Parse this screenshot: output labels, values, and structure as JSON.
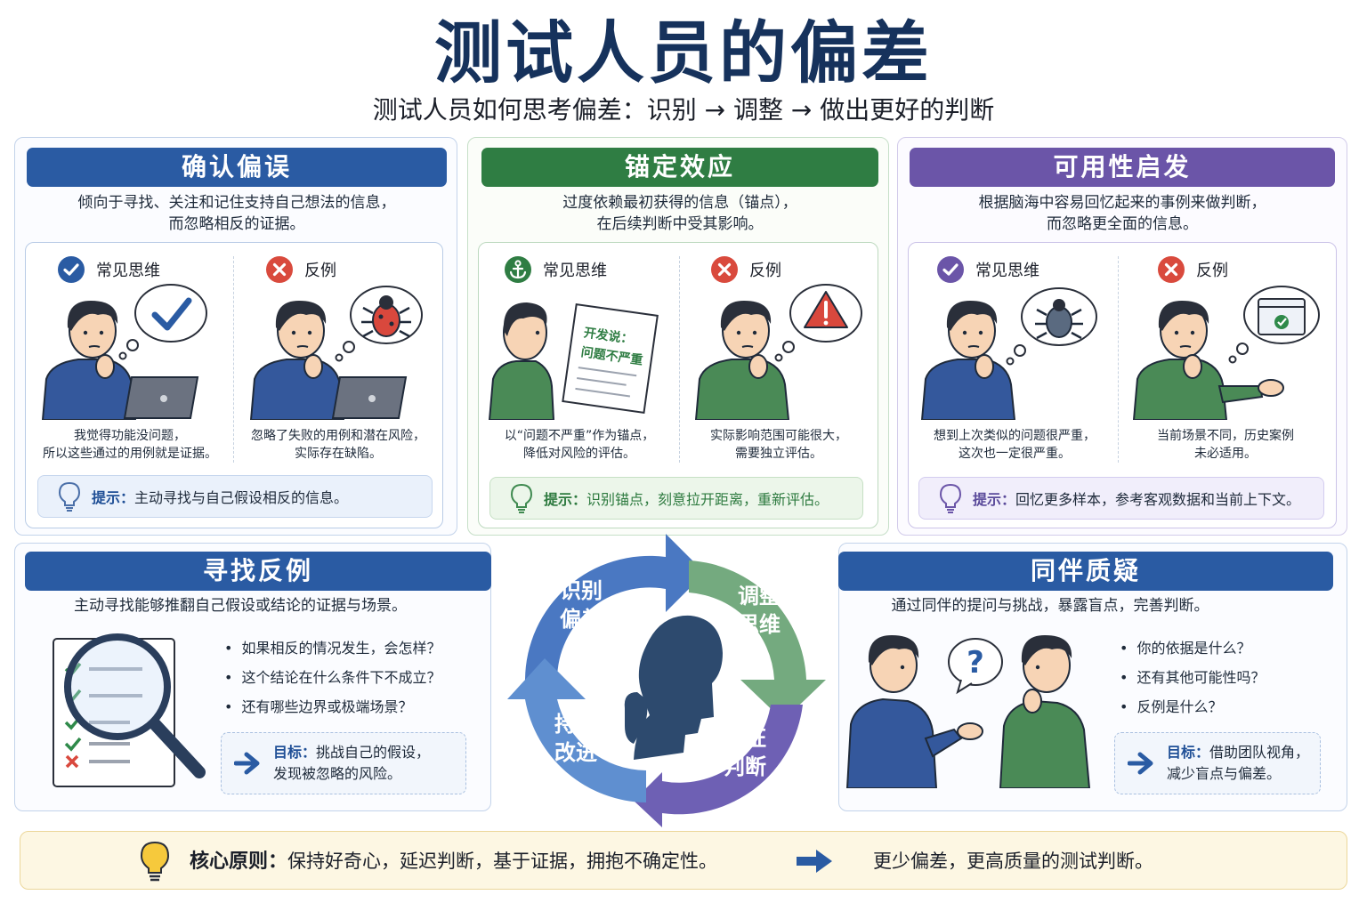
{
  "title": "测试人员的偏差",
  "subtitle": "测试人员如何思考偏差：识别 → 调整 → 做出更好的判断",
  "confirmation": {
    "title": "确认偏误",
    "desc_line1": "倾向于寻找、关注和记住支持自己想法的信息，",
    "desc_line2": "而忽略相反的证据。",
    "common_label": "常见思维",
    "counter_label": "反例",
    "common_cap_line1": "我觉得功能没问题，",
    "common_cap_line2": "所以这些通过的用例就是证据。",
    "counter_cap_line1": "忽略了失败的用例和潜在风险，",
    "counter_cap_line2": "实际存在缺陷。",
    "tip_label": "提示：",
    "tip_text": "主动寻找与自己假设相反的信息。"
  },
  "anchoring": {
    "title": "锚定效应",
    "desc_line1": "过度依赖最初获得的信息（锚点），",
    "desc_line2": "在后续判断中受其影响。",
    "common_label": "常见思维",
    "counter_label": "反例",
    "doc_line1": "开发说：",
    "doc_line2": "问题不严重",
    "common_cap_line1": "以“问题不严重”作为锚点，",
    "common_cap_line2": "降低对风险的评估。",
    "counter_cap_line1": "实际影响范围可能很大，",
    "counter_cap_line2": "需要独立评估。",
    "tip_label": "提示：",
    "tip_text": "识别锚点，刻意拉开距离，重新评估。"
  },
  "availability": {
    "title": "可用性启发",
    "desc_line1": "根据脑海中容易回忆起来的事例来做判断，",
    "desc_line2": "而忽略更全面的信息。",
    "common_label": "常见思维",
    "counter_label": "反例",
    "common_cap_line1": "想到上次类似的问题很严重，",
    "common_cap_line2": "这次也一定很严重。",
    "counter_cap_line1": "当前场景不同，历史案例",
    "counter_cap_line2": "未必适用。",
    "tip_label": "提示：",
    "tip_text": "回忆更多样本，参考客观数据和当前上下文。"
  },
  "counterexample": {
    "title": "寻找反例",
    "desc": "主动寻找能够推翻自己假设或结论的证据与场景。",
    "bullets": [
      "如果相反的情况发生，会怎样？",
      "这个结论在什么条件下不成立？",
      "还有哪些边界或极端场景？"
    ],
    "goal_label": "目标：",
    "goal_line1": "挑战自己的假设，",
    "goal_line2": "发现被忽略的风险。"
  },
  "cycle": {
    "step1_line1": "识别",
    "step1_line2": "偏差",
    "step2_line1": "调整",
    "step2_line2": "思维",
    "step3_line1": "验证",
    "step3_line2": "判断",
    "step4_line1": "持续",
    "step4_line2": "改进"
  },
  "peer": {
    "title": "同伴质疑",
    "desc": "通过同伴的提问与挑战，暴露盲点，完善判断。",
    "bullets": [
      "你的依据是什么？",
      "还有其他可能性吗？",
      "反例是什么？"
    ],
    "goal_label": "目标：",
    "goal_line1": "借助团队视角，",
    "goal_line2": "减少盲点与偏差。"
  },
  "core": {
    "label": "核心原则：",
    "text": "保持好奇心，延迟判断，基于证据，拥抱不确定性。",
    "result": "更少偏差，更高质量的测试判断。"
  },
  "colors": {
    "blue": "#2a5ba3",
    "green": "#2f7d43",
    "purple": "#6b55a8",
    "cycle_blue": "#4a78c2",
    "cycle_green": "#74aa7f",
    "cycle_purple": "#6e60b4",
    "cycle_steel": "#5f8fd0"
  }
}
